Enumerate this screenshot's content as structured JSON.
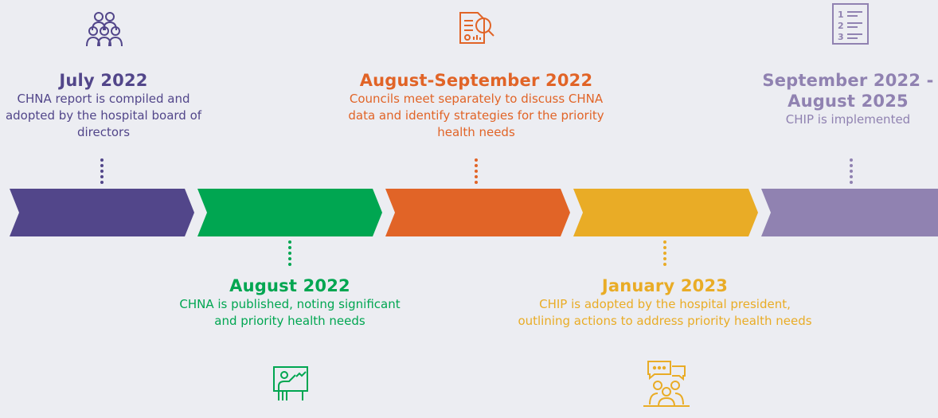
{
  "colors": {
    "purple": "#52468a",
    "green": "#00a651",
    "orange": "#e16427",
    "yellow": "#e9ac26",
    "lavender": "#9082b1"
  },
  "milestones": [
    {
      "date": "July 2022",
      "description": "CHNA report is compiled and adopted by the hospital board of directors",
      "icon": "group-of-people-icon"
    },
    {
      "date": "August 2022",
      "description": "CHNA is published, noting significant and priority health needs",
      "icon": "presenter-at-board-icon"
    },
    {
      "date": "August-September 2022",
      "description": "Councils meet separately to discuss CHNA data and identify strategies for the priority health needs",
      "icon": "report-magnifier-icon"
    },
    {
      "date": "January 2023",
      "description": "CHIP is adopted by the hospital president, outlining actions to address priority health needs",
      "icon": "meeting-discussion-icon"
    },
    {
      "date": "September 2022 - August 2025",
      "description": "CHIP is implemented",
      "icon": "numbered-list-icon"
    }
  ]
}
